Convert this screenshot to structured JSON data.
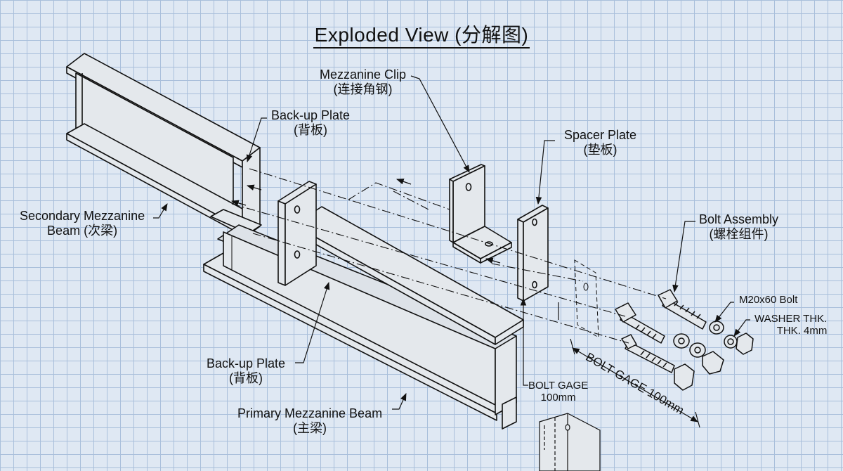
{
  "title": "Exploded View (分解图)",
  "labels": {
    "mezzanine_clip": {
      "line1": "Mezzanine Clip",
      "line2": "(连接角钢)"
    },
    "backup_plate_top": {
      "line1": "Back-up Plate",
      "line2": "(背板)"
    },
    "spacer_plate": {
      "line1": "Spacer Plate",
      "line2": "(垫板)"
    },
    "secondary_beam": {
      "line1": "Secondary Mezzanine",
      "line2": "Beam (次梁)"
    },
    "bolt_assembly": {
      "line1": "Bolt Assembly",
      "line2": "(螺栓组件)"
    },
    "m20_bolt": {
      "line1": "M20x60 Bolt"
    },
    "washer": {
      "line1": "WASHER THK.",
      "line2": "THK. 4mm"
    },
    "backup_plate_bottom": {
      "line1": "Back-up Plate",
      "line2": "(背板)"
    },
    "bolt_gage_small": {
      "line1": "BOLT GAGE",
      "line2": "100mm"
    },
    "bolt_gage_dim": "BOLT GAGE 100mm",
    "primary_beam": {
      "line1": "Primary Mezzanine Beam",
      "line2": "(主梁)"
    }
  },
  "colors": {
    "background": "#dfe8f3",
    "grid": "#a9bfdb",
    "line": "#111111",
    "part_fill": "#e4e8ec"
  }
}
